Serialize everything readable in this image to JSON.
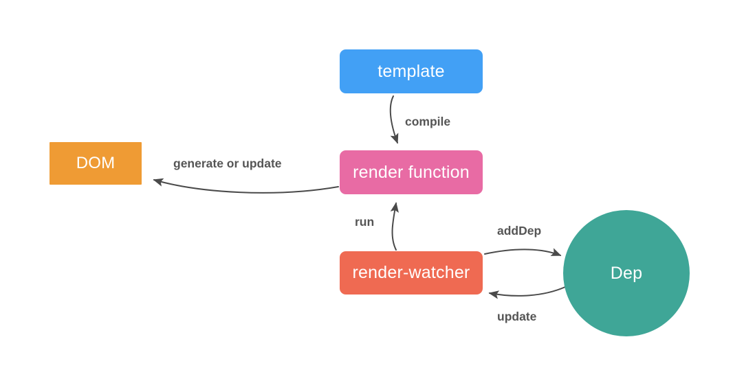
{
  "diagram": {
    "title": "Vue render pipeline diagram",
    "background": "#ffffff",
    "nodes": [
      {
        "id": "template",
        "label": "template",
        "shape": "rounded-rect",
        "color": "#42a0f5",
        "text_color": "#ffffff"
      },
      {
        "id": "render-function",
        "label": "render function",
        "shape": "rounded-rect",
        "color": "#e86ba4",
        "text_color": "#ffffff"
      },
      {
        "id": "render-watcher",
        "label": "render-watcher",
        "shape": "rounded-rect",
        "color": "#ef6a52",
        "text_color": "#ffffff"
      },
      {
        "id": "dom",
        "label": "DOM",
        "shape": "rect",
        "color": "#ef9b34",
        "text_color": "#ffffff"
      },
      {
        "id": "dep",
        "label": "Dep",
        "shape": "circle",
        "color": "#3fa697",
        "text_color": "#ffffff"
      }
    ],
    "edges": [
      {
        "id": "compile",
        "label": "compile",
        "from": "template",
        "to": "render-function"
      },
      {
        "id": "generate",
        "label": "generate or update",
        "from": "render-function",
        "to": "dom"
      },
      {
        "id": "run",
        "label": "run",
        "from": "render-watcher",
        "to": "render-function"
      },
      {
        "id": "adddep",
        "label": "addDep",
        "from": "render-watcher",
        "to": "dep"
      },
      {
        "id": "update",
        "label": "update",
        "from": "dep",
        "to": "render-watcher"
      }
    ],
    "edge_style": {
      "stroke": "#4a4a4a",
      "label_color": "#555555"
    }
  }
}
